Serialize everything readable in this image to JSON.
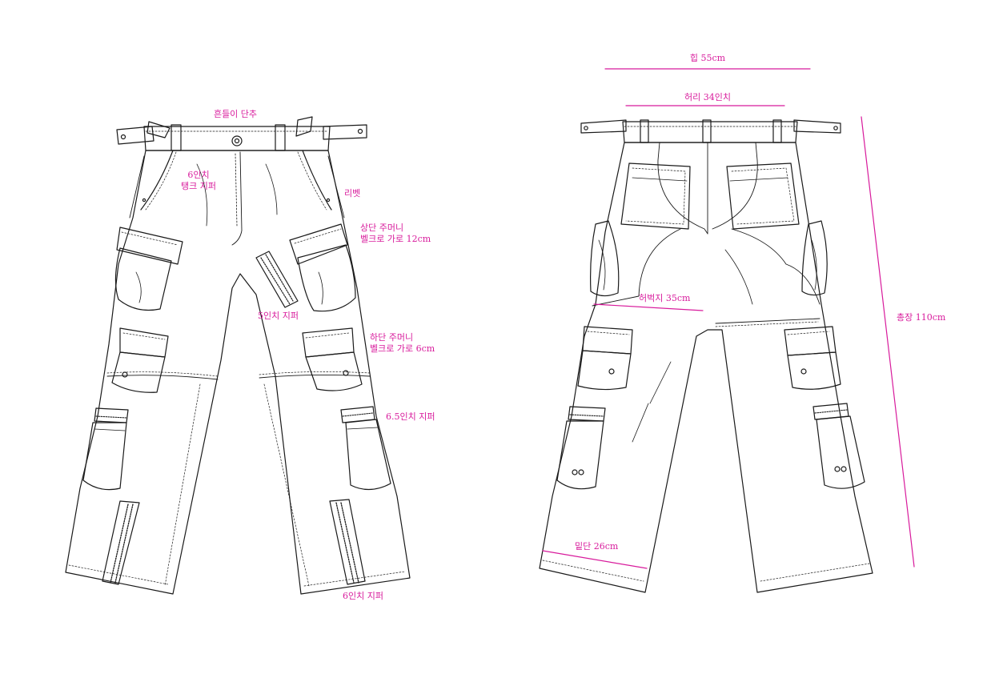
{
  "colors": {
    "annotation": "#d81b9c",
    "line": "#1a1a1a",
    "paper": "#ffffff"
  },
  "front": {
    "labels": {
      "button": "흔들이 단추",
      "fly_zip": "6인치\n탱크 지퍼",
      "rivet": "리벳",
      "upper_pocket": "상단 주머니\n벨크로 가로 12cm",
      "knee_zip": "5인치 지퍼",
      "lower_pocket": "하단 주머니\n벨크로 가로 6cm",
      "side_zip": "6.5인치 지퍼",
      "hem_zip": "6인치 지퍼"
    }
  },
  "back": {
    "measurements": {
      "hip": "힙 55cm",
      "waist": "허리 34인치",
      "thigh": "허벅지 35cm",
      "length": "총장 110cm",
      "hem": "밑단 26cm"
    }
  }
}
